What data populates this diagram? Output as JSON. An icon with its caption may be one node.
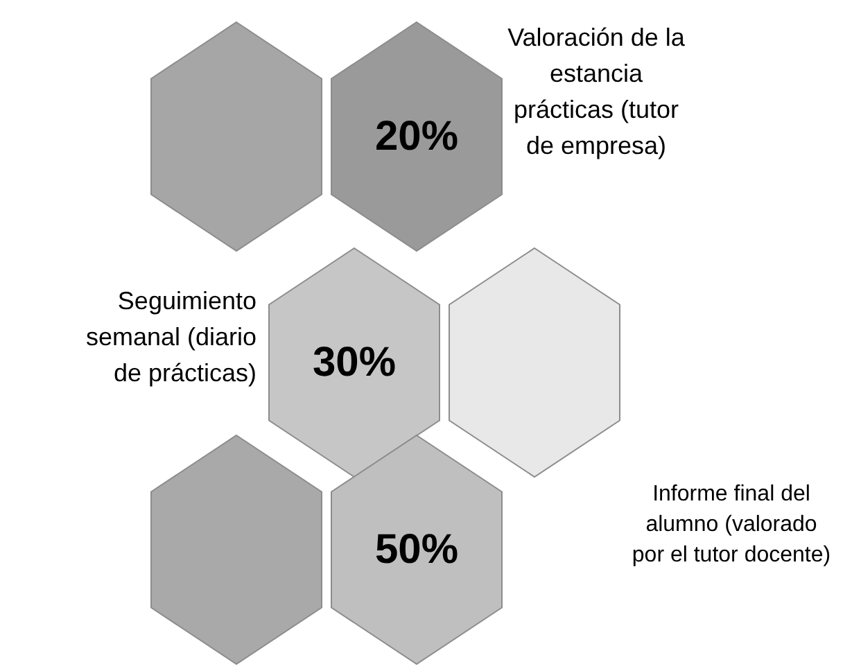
{
  "diagram": {
    "nodes": [
      {
        "text": [],
        "shape": "hexagon"
      },
      {
        "text": [
          "20%"
        ],
        "beside": [
          "Valoración de la estancia prácticas (tutor de empresa)"
        ]
      },
      {
        "text": [
          "30%"
        ],
        "beside": [
          "Seguimiento semanal (diario de prácticas)"
        ]
      },
      {
        "text": [],
        "shape": "hexagon"
      },
      {
        "text": [],
        "shape": "hexagon"
      },
      {
        "text": [
          "50%"
        ]
      }
    ],
    "labels": [
      "Informe final del alumno (valorado por el tutor docente)"
    ]
  }
}
